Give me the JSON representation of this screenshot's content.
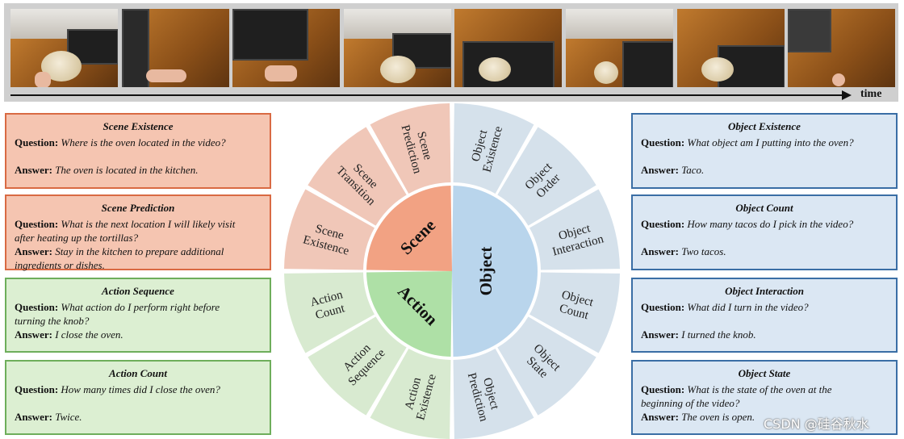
{
  "timeline": {
    "label": "time"
  },
  "wheel": {
    "center": {
      "scene": "Scene",
      "action": "Action",
      "object": "Object"
    },
    "segments": {
      "scene_prediction": [
        "Scene",
        "Prediction"
      ],
      "scene_transition": [
        "Scene",
        "Transition"
      ],
      "scene_existence": [
        "Scene",
        "Existence"
      ],
      "action_count": [
        "Action",
        "Count"
      ],
      "action_sequence": [
        "Action",
        "Sequence"
      ],
      "action_existence": [
        "Action",
        "Existence"
      ],
      "object_prediction": [
        "Object",
        "Prediction"
      ],
      "object_state": [
        "Object",
        "State"
      ],
      "object_count": [
        "Object",
        "Count"
      ],
      "object_interaction": [
        "Object",
        "Interaction"
      ],
      "object_order": [
        "Object",
        "Order"
      ],
      "object_existence": [
        "Object",
        "Existence"
      ]
    },
    "colors": {
      "scene_outer": "#f0c7b8",
      "scene_inner": "#f2a283",
      "action_outer": "#d8ead0",
      "action_inner": "#aee0a6",
      "object_outer": "#d5e1eb",
      "object_inner": "#b9d5ec"
    }
  },
  "cards": {
    "question_label": "Question:",
    "answer_label": "Answer:",
    "scene_existence": {
      "title": "Scene Existence",
      "question": "Where is the oven located in the video?",
      "answer": "The oven is located in the kitchen."
    },
    "scene_prediction": {
      "title": "Scene Prediction",
      "question_line1": "What is the next location I will likely visit",
      "question_line2": "after heating up the tortillas?",
      "answer_line1": "Stay in the kitchen to prepare additional",
      "answer_line2": "ingredients or dishes."
    },
    "action_sequence": {
      "title": "Action Sequence",
      "question_line1": "What action do I perform right before",
      "question_line2": "turning the knob?",
      "answer": "I close the oven."
    },
    "action_count": {
      "title": "Action Count",
      "question": "How many times did I close the oven?",
      "answer": "Twice."
    },
    "object_existence": {
      "title": "Object Existence",
      "question": "What object am I putting into the oven?",
      "answer": "Taco."
    },
    "object_count": {
      "title": "Object Count",
      "question": "How many tacos do I pick in the video?",
      "answer": "Two tacos."
    },
    "object_interaction": {
      "title": "Object Interaction",
      "question": "What did I turn in the video?",
      "answer": "I turned the knob."
    },
    "object_state": {
      "title": "Object State",
      "question_line1": "What is the state of the oven at the",
      "question_line2": "beginning of the video?",
      "answer": "The oven is open."
    }
  },
  "watermark": "CSDN @硅谷秋水"
}
